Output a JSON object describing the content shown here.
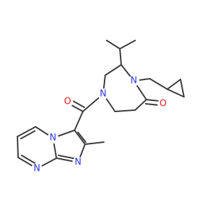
{
  "molecule": {
    "atoms": {
      "n_dz_bot": {
        "symbol": "N",
        "color": "#2a37e6"
      },
      "n_dz_right": {
        "symbol": "N",
        "color": "#2a37e6"
      },
      "o_lactam": {
        "symbol": "O",
        "color": "#e01c1c"
      },
      "o_amide": {
        "symbol": "O",
        "color": "#e01c1c"
      },
      "n_bridge": {
        "symbol": "N",
        "color": "#2a37e6"
      },
      "n_imid": {
        "symbol": "N",
        "color": "#2a37e6"
      },
      "n_pyr": {
        "symbol": "N",
        "color": "#2a37e6"
      }
    },
    "bond_color": "#3a3a3a"
  }
}
